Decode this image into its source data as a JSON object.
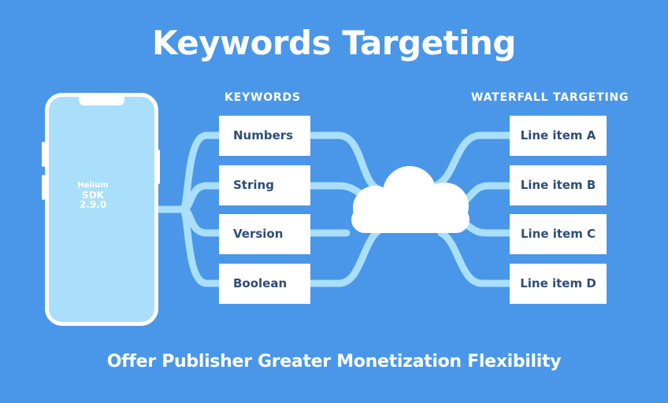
{
  "title": "Keywords Targeting",
  "subtitle": "Offer Publisher Greater Monetization Flexibility",
  "headers": {
    "keywords": "KEYWORDS",
    "waterfall": "WATERFALL TARGETING"
  },
  "sdk": {
    "name": "Helium",
    "label": "SDK",
    "version": "2.9.0"
  },
  "keywords": [
    "Numbers",
    "String",
    "Version",
    "Boolean"
  ],
  "line_items": [
    "Line item A",
    "Line item B",
    "Line item C",
    "Line item D"
  ],
  "colors": {
    "background": "#4a97e9",
    "connector": "#a9dffb",
    "phone_screen": "#a9dffb",
    "box_text": "#2e4d78",
    "sdk_layers": [
      "#2a6fb8",
      "#1f5fa8"
    ]
  }
}
